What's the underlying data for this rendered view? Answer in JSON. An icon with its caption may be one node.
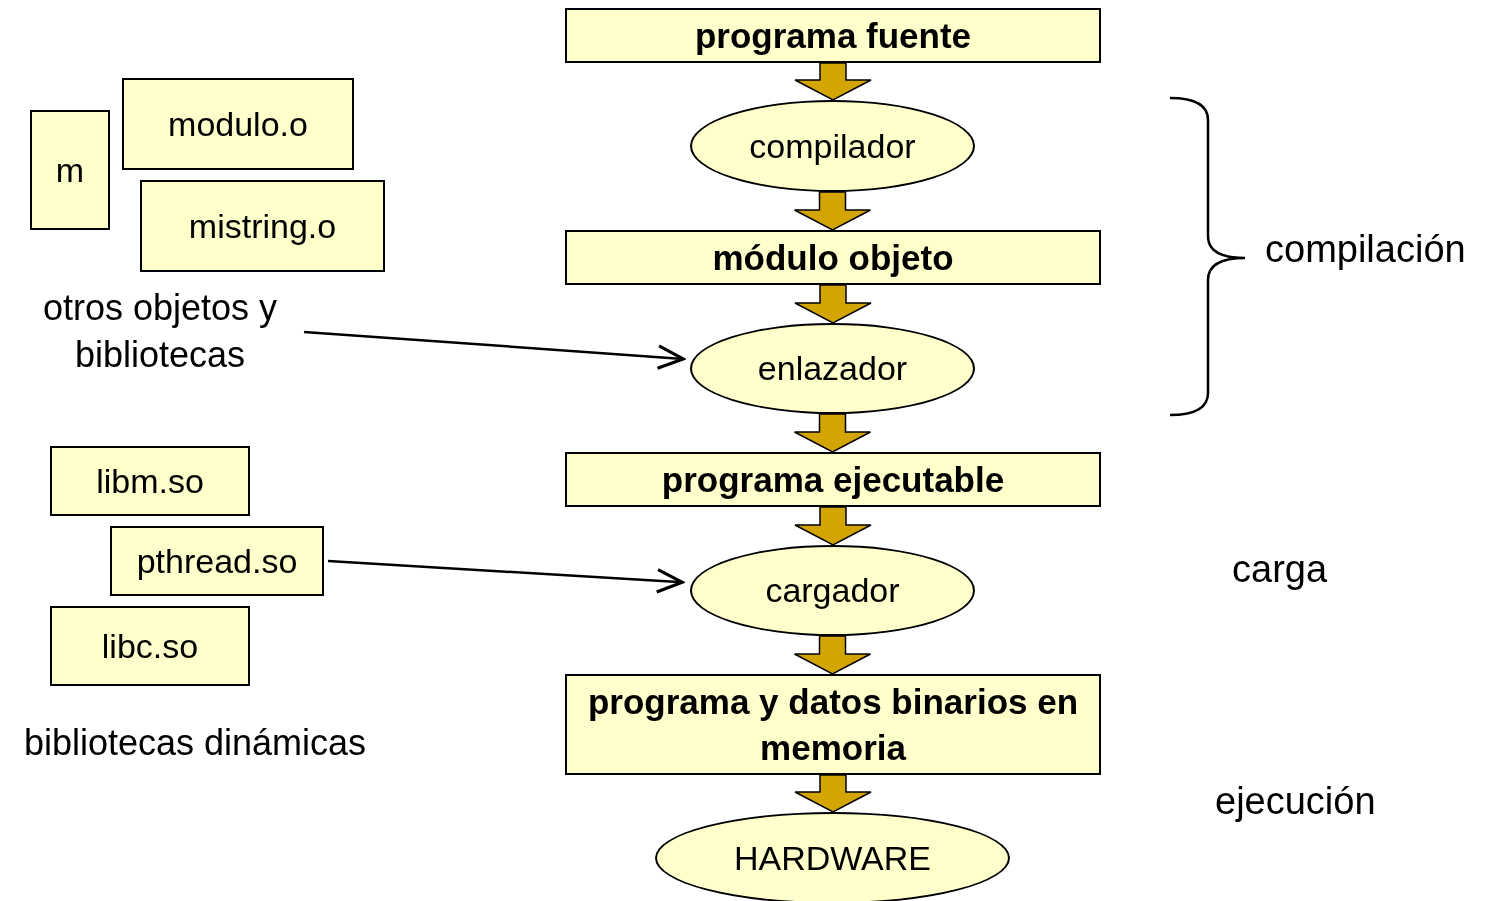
{
  "diagram": {
    "nodes": [
      {
        "text": [
          "programa fuente"
        ]
      },
      {
        "text": [
          "compilador"
        ]
      },
      {
        "text": [
          "módulo objeto"
        ]
      },
      {
        "text": [
          "enlazador"
        ]
      },
      {
        "text": [
          "programa ejecutable"
        ]
      },
      {
        "text": [
          "cargador"
        ]
      },
      {
        "text": [
          "programa y datos binarios en memoria"
        ]
      },
      {
        "text": [
          "HARDWARE"
        ]
      },
      {
        "text": [
          "m"
        ]
      },
      {
        "text": [
          "modulo.o"
        ]
      },
      {
        "text": [
          "mistring.o"
        ]
      },
      {
        "text": [
          "otros objetos y bibliotecas"
        ]
      },
      {
        "text": [
          "libm.so"
        ]
      },
      {
        "text": [
          "pthread.so"
        ]
      },
      {
        "text": [
          "libc.so"
        ]
      },
      {
        "text": [
          "bibliotecas dinámicas"
        ]
      }
    ],
    "edges": [
      {
        "from": 0,
        "to": 1,
        "arrow": "to"
      },
      {
        "from": 1,
        "to": 2,
        "arrow": "to"
      },
      {
        "from": 2,
        "to": 3,
        "arrow": "to"
      },
      {
        "from": 3,
        "to": 4,
        "arrow": "to"
      },
      {
        "from": 4,
        "to": 5,
        "arrow": "to"
      },
      {
        "from": 5,
        "to": 6,
        "arrow": "to"
      },
      {
        "from": 6,
        "to": 7,
        "arrow": "to"
      },
      {
        "from": 11,
        "to": 3,
        "arrow": "to",
        "color": "#000000"
      },
      {
        "from": 13,
        "to": 5,
        "arrow": "to",
        "color": "#000000"
      }
    ],
    "labels": [
      "compilación",
      "carga",
      "ejecución"
    ]
  }
}
